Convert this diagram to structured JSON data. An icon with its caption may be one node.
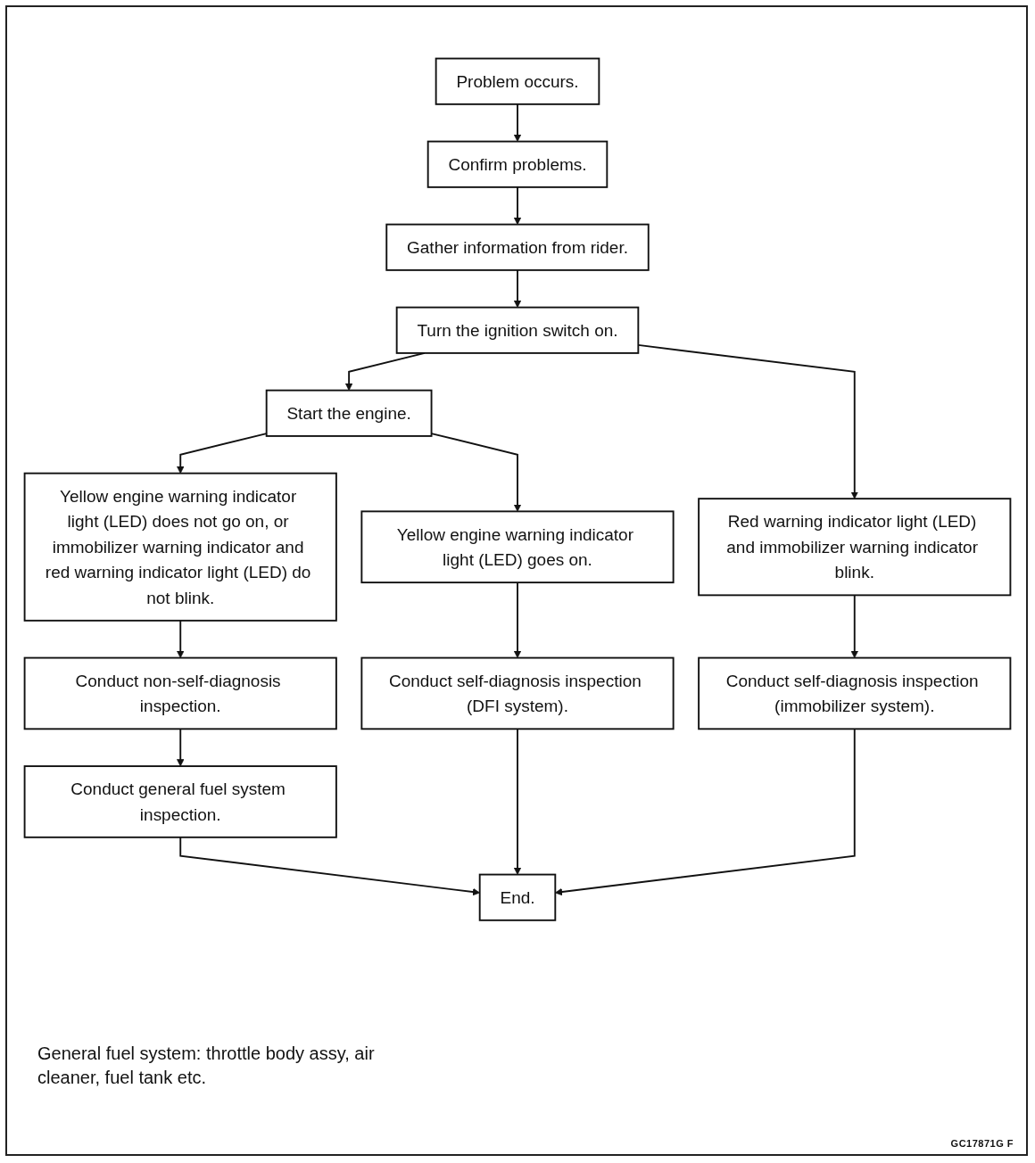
{
  "diagram": {
    "nodes": [
      {
        "text": [
          "Problem occurs."
        ]
      },
      {
        "text": [
          "Confirm problems."
        ]
      },
      {
        "text": [
          "Gather information from rider."
        ]
      },
      {
        "text": [
          "Turn the ignition switch on."
        ]
      },
      {
        "text": [
          "Start the engine."
        ]
      },
      {
        "text": [
          "Yellow engine warning indicator light (LED) does not go on, or immobilizer warning indicator and red warning indicator light (LED) do not blink."
        ]
      },
      {
        "text": [
          "Yellow engine warning indicator light (LED) goes on."
        ]
      },
      {
        "text": [
          "Red warning indicator light (LED) and immobilizer warning indicator blink."
        ]
      },
      {
        "text": [
          "Conduct non-self-diagnosis inspection."
        ]
      },
      {
        "text": [
          "Conduct self-diagnosis inspection (DFI system)."
        ]
      },
      {
        "text": [
          "Conduct self-diagnosis inspection (immobilizer system)."
        ]
      },
      {
        "text": [
          "Conduct general fuel system inspection."
        ]
      },
      {
        "text": [
          "End."
        ]
      }
    ],
    "edges": [
      {
        "from": 0,
        "to": 1,
        "arrow": "to"
      },
      {
        "from": 1,
        "to": 2,
        "arrow": "to"
      },
      {
        "from": 2,
        "to": 3,
        "arrow": "to"
      },
      {
        "from": 3,
        "to": 4,
        "arrow": "to"
      },
      {
        "from": 3,
        "to": 7,
        "arrow": "to"
      },
      {
        "from": 4,
        "to": 5,
        "arrow": "to"
      },
      {
        "from": 4,
        "to": 6,
        "arrow": "to"
      },
      {
        "from": 5,
        "to": 8,
        "arrow": "to"
      },
      {
        "from": 6,
        "to": 9,
        "arrow": "to"
      },
      {
        "from": 7,
        "to": 10,
        "arrow": "to"
      },
      {
        "from": 8,
        "to": 11,
        "arrow": "to"
      },
      {
        "from": 11,
        "to": 12,
        "arrow": "to"
      },
      {
        "from": 9,
        "to": 12,
        "arrow": "to"
      },
      {
        "from": 10,
        "to": 12,
        "arrow": "to"
      }
    ],
    "labels": [
      "General fuel system: throttle body assy, air cleaner, fuel tank etc.",
      "GC17871G F"
    ]
  }
}
